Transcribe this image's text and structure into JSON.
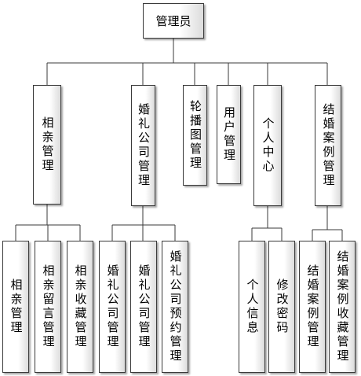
{
  "root": {
    "label": "管理员"
  },
  "modules": [
    {
      "key": "xiangqin",
      "label": "相亲管理"
    },
    {
      "key": "hunli",
      "label": "婚礼公司管理"
    },
    {
      "key": "lunbo",
      "label": "轮播图管理"
    },
    {
      "key": "yonghu",
      "label": "用户管理"
    },
    {
      "key": "geren",
      "label": "个人中心"
    },
    {
      "key": "jiehun",
      "label": "结婚案例管理"
    }
  ],
  "children": {
    "xiangqin": [
      "相亲管理",
      "相亲留言管理",
      "相亲收藏管理"
    ],
    "hunli": [
      "婚礼公司管理",
      "婚礼公司管理",
      "婚礼公司预约管理"
    ],
    "geren": [
      "个人信息",
      "修改密码"
    ],
    "jiehun": [
      "结婚案例管理",
      "结婚案例收藏管理"
    ]
  }
}
